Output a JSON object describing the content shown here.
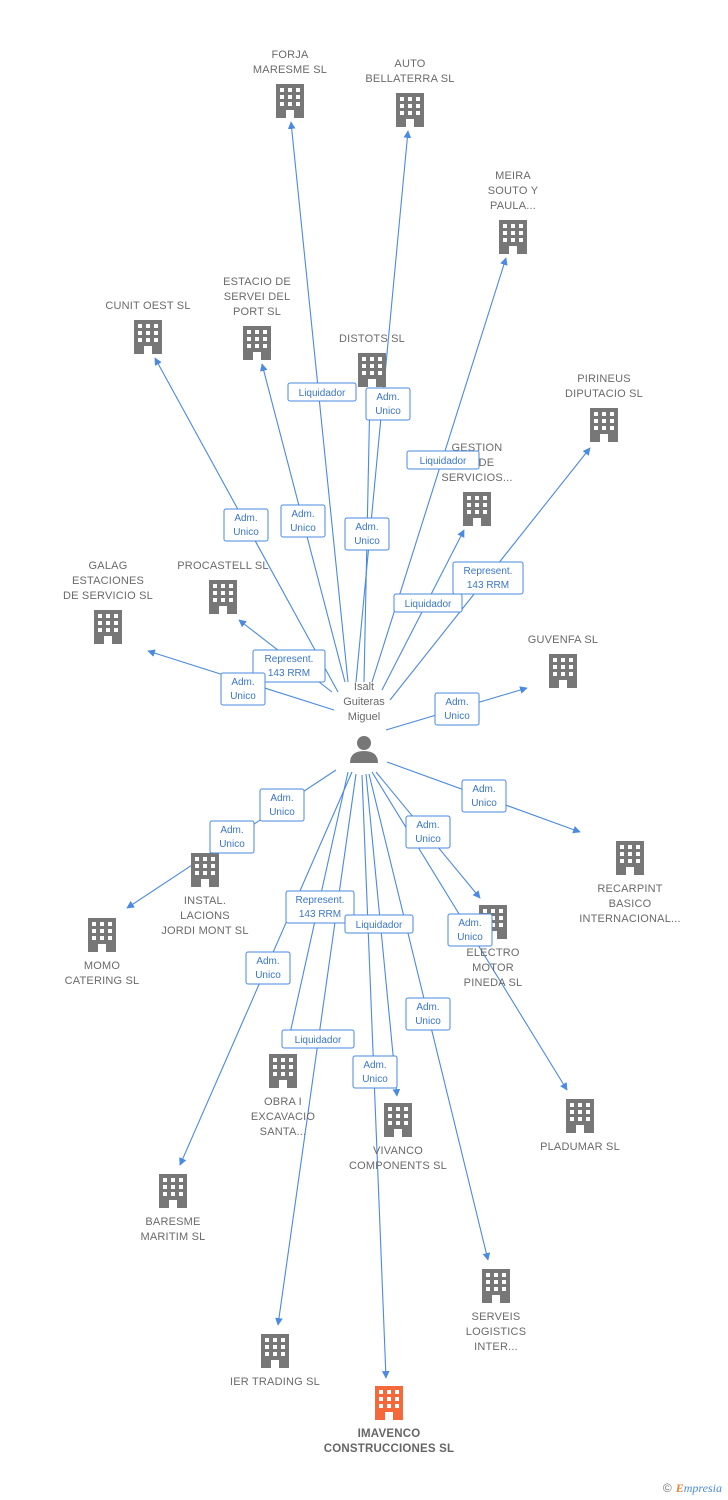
{
  "colors": {
    "edge": "#4a8ae0",
    "building": "#777777",
    "main_building": "#f4683a",
    "person": "#777777"
  },
  "person": {
    "name_lines": [
      "Isalt",
      "Guiteras",
      "Miguel"
    ],
    "icon": "person-icon"
  },
  "nodes": [
    {
      "id": "forja",
      "lines": [
        "FORJA",
        "MARESME SL"
      ]
    },
    {
      "id": "auto",
      "lines": [
        "AUTO",
        "BELLATERRA SL"
      ]
    },
    {
      "id": "meira",
      "lines": [
        "MEIRA",
        "SOUTO Y",
        "PAULA..."
      ]
    },
    {
      "id": "cunit",
      "lines": [
        "CUNIT OEST SL"
      ]
    },
    {
      "id": "estacio",
      "lines": [
        "ESTACIO DE",
        "SERVEI DEL",
        "PORT  SL"
      ]
    },
    {
      "id": "distots",
      "lines": [
        "DISTOTS SL"
      ]
    },
    {
      "id": "pirineus",
      "lines": [
        "PIRINEUS",
        "DIPUTACIO SL"
      ]
    },
    {
      "id": "gestion",
      "lines": [
        "GESTION",
        "...L DE",
        "SERVICIOS..."
      ]
    },
    {
      "id": "galag",
      "lines": [
        "GALAG",
        "ESTACIONES",
        "DE SERVICIO SL"
      ]
    },
    {
      "id": "procastell",
      "lines": [
        "PROCASTELL SL"
      ]
    },
    {
      "id": "guvenfa",
      "lines": [
        "GUVENFA SL"
      ]
    },
    {
      "id": "recarpint",
      "lines": [
        "RECARPINT",
        "BASICO",
        "INTERNACIONAL..."
      ]
    },
    {
      "id": "instal",
      "lines": [
        "INSTAL.",
        "LACIONS",
        "JORDI MONT SL"
      ]
    },
    {
      "id": "momo",
      "lines": [
        "MOMO",
        "CATERING SL"
      ]
    },
    {
      "id": "electro",
      "lines": [
        "ELECTRO",
        "MOTOR",
        "PINEDA SL"
      ]
    },
    {
      "id": "obra",
      "lines": [
        "OBRA I",
        "EXCAVACIO",
        "SANTA..."
      ]
    },
    {
      "id": "vivanco",
      "lines": [
        "VIVANCO",
        "COMPONENTS SL"
      ]
    },
    {
      "id": "pladumar",
      "lines": [
        "PLADUMAR SL"
      ]
    },
    {
      "id": "baresme",
      "lines": [
        "BARESME",
        "MARITIM  SL"
      ]
    },
    {
      "id": "serveis",
      "lines": [
        "SERVEIS",
        "LOGISTICS",
        "INTER..."
      ]
    },
    {
      "id": "ier",
      "lines": [
        "IER TRADING SL"
      ]
    },
    {
      "id": "imavenco",
      "lines": [
        "IMAVENCO",
        "CONSTRUCCIONES SL"
      ],
      "main": true
    }
  ],
  "relations": [
    {
      "lines": [
        "Liquidador"
      ]
    },
    {
      "lines": [
        "Adm.",
        "Unico"
      ]
    },
    {
      "lines": [
        "Liquidador"
      ]
    },
    {
      "lines": [
        "Adm.",
        "Unico"
      ]
    },
    {
      "lines": [
        "Adm.",
        "Unico"
      ]
    },
    {
      "lines": [
        "Adm.",
        "Unico"
      ]
    },
    {
      "lines": [
        "Represent.",
        "143 RRM"
      ]
    },
    {
      "lines": [
        "Liquidador"
      ]
    },
    {
      "lines": [
        "Represent.",
        "143 RRM"
      ]
    },
    {
      "lines": [
        "Adm.",
        "Unico"
      ]
    },
    {
      "lines": [
        "Adm.",
        "Unico"
      ]
    },
    {
      "lines": [
        "Adm.",
        "Unico"
      ]
    },
    {
      "lines": [
        "Adm.",
        "Unico"
      ]
    },
    {
      "lines": [
        "Adm.",
        "Unico"
      ]
    },
    {
      "lines": [
        "Adm.",
        "Unico"
      ]
    },
    {
      "lines": [
        "Represent.",
        "143 RRM"
      ]
    },
    {
      "lines": [
        "Liquidador"
      ]
    },
    {
      "lines": [
        "Adm.",
        "Unico"
      ]
    },
    {
      "lines": [
        "Adm.",
        "Unico"
      ]
    },
    {
      "lines": [
        "Adm.",
        "Unico"
      ]
    },
    {
      "lines": [
        "Liquidador"
      ]
    },
    {
      "lines": [
        "Adm.",
        "Unico"
      ]
    }
  ],
  "footer": {
    "copyright": "©",
    "brand_e": "E",
    "brand_rest": "mpresia"
  }
}
